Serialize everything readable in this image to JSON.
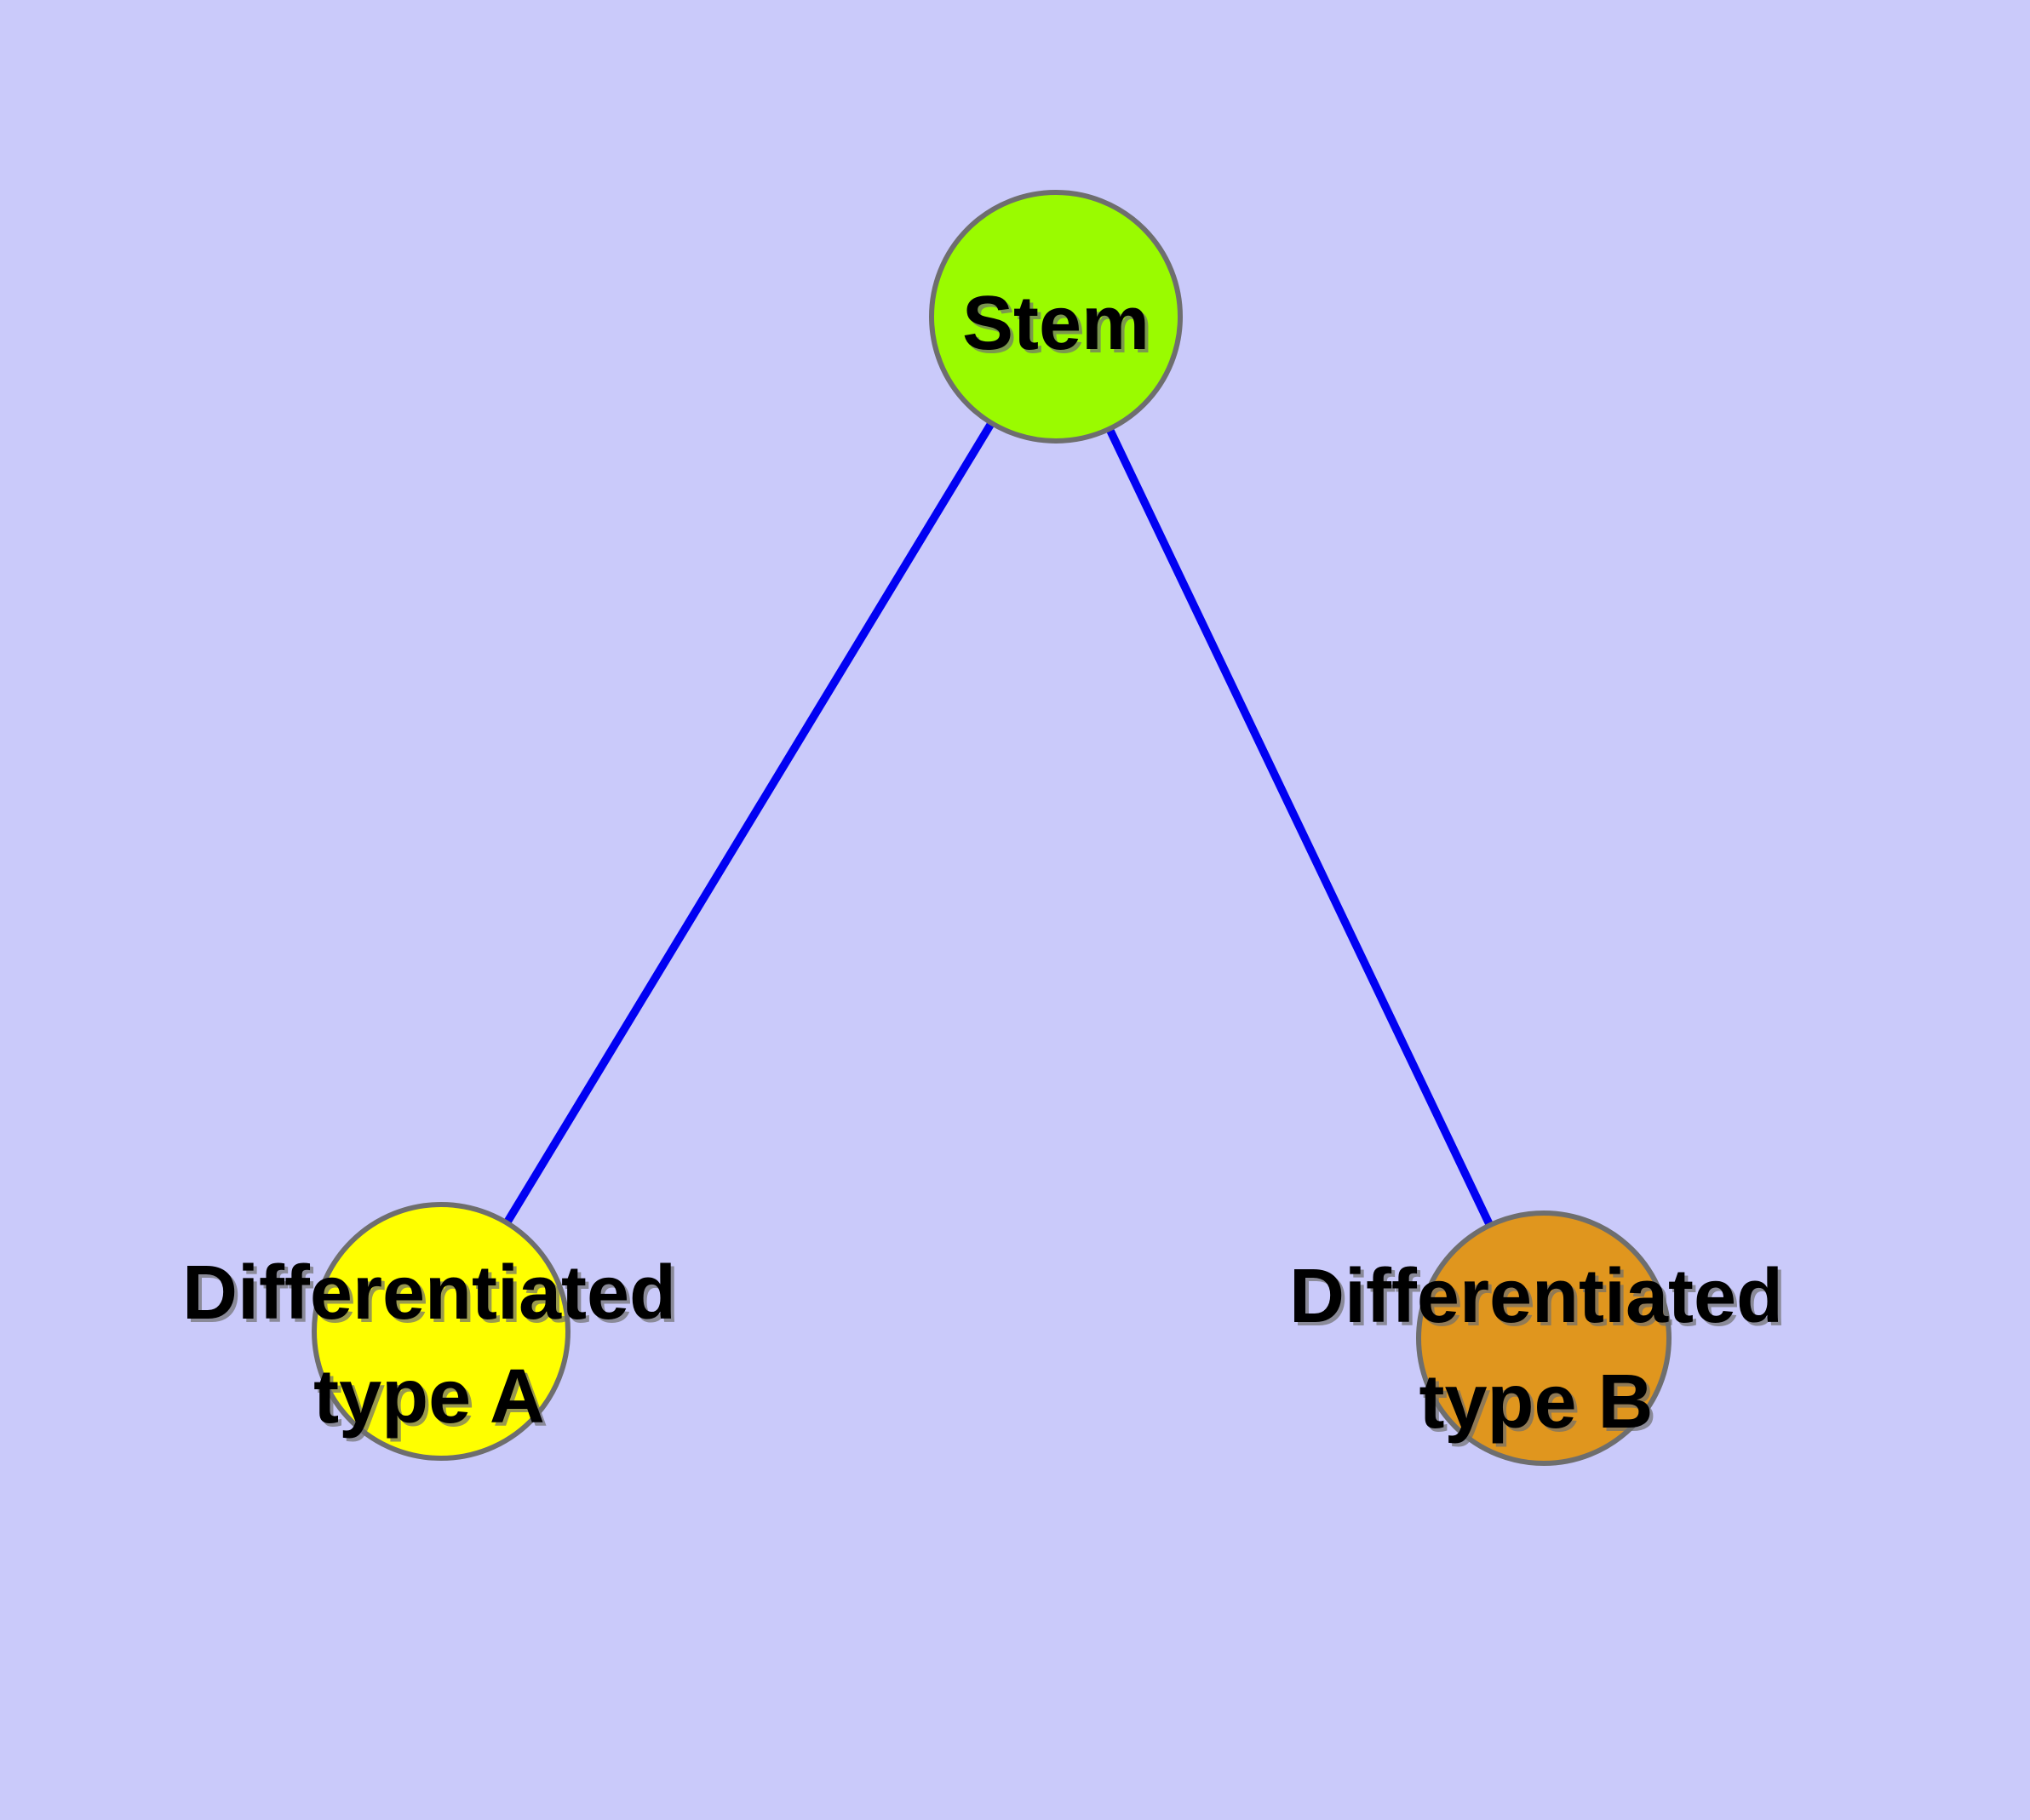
{
  "diagram": {
    "kind": "node-link-graph",
    "background_color": "#cacafa",
    "edge_color": "#0101f2",
    "node_border_color": "#6e6e6e",
    "label_color": "#000000",
    "label_shadow_color": "#6f6f6f",
    "nodes": [
      {
        "id": "stem",
        "label": "Stem",
        "label_line1": "Stem",
        "label_line2": "",
        "color": "#9afb00"
      },
      {
        "id": "type-a",
        "label": "Differentiated type A",
        "label_line1": "Differentiated",
        "label_line2": "type A",
        "color": "#ffff00"
      },
      {
        "id": "type-b",
        "label": "Differentiated type B",
        "label_line1": "Differentiated",
        "label_line2": "type B",
        "color": "#e0961e"
      }
    ],
    "edges": [
      {
        "from": "stem",
        "to": "type-a"
      },
      {
        "from": "stem",
        "to": "type-b"
      }
    ]
  }
}
